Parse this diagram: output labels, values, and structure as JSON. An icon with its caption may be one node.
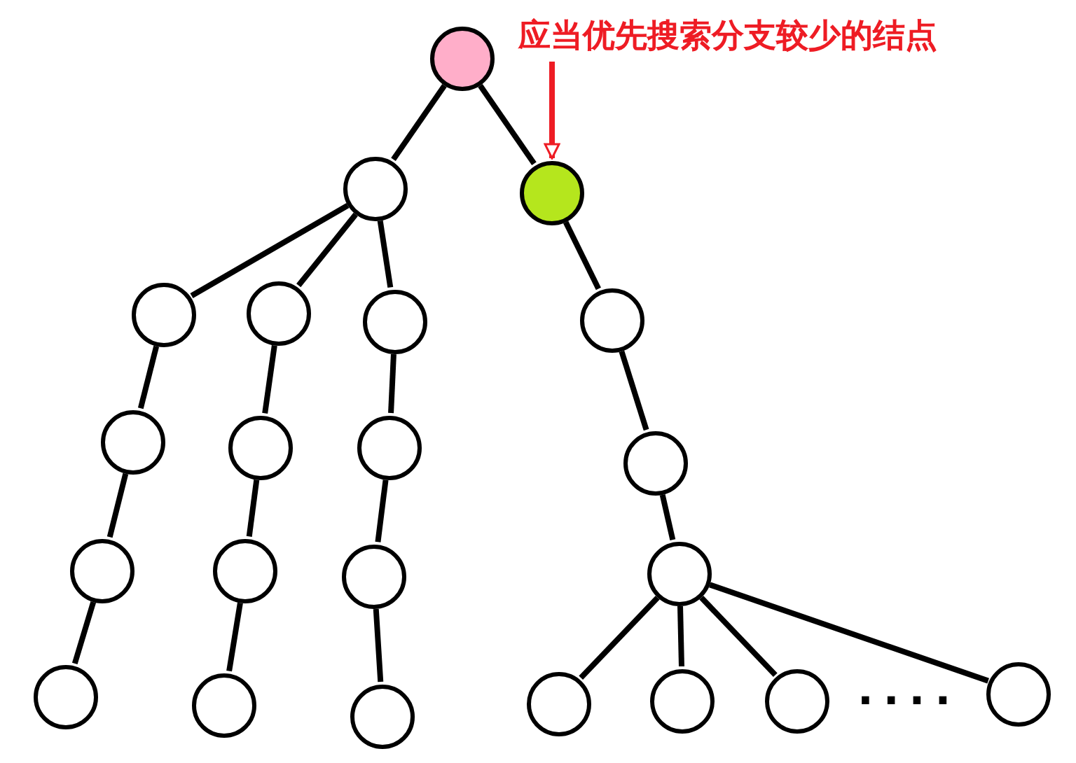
{
  "diagram": {
    "nodes": [
      {
        "text": [],
        "shape": "circle"
      },
      {
        "text": [],
        "shape": "circle"
      },
      {
        "text": [],
        "shape": "circle"
      },
      {
        "text": [],
        "shape": "circle"
      },
      {
        "text": [],
        "shape": "circle"
      },
      {
        "text": [],
        "shape": "circle"
      },
      {
        "text": [],
        "shape": "circle"
      },
      {
        "text": [],
        "shape": "circle"
      },
      {
        "text": [],
        "shape": "circle"
      },
      {
        "text": [],
        "shape": "circle"
      },
      {
        "text": [],
        "shape": "circle"
      },
      {
        "text": [],
        "shape": "circle"
      },
      {
        "text": [],
        "shape": "circle"
      },
      {
        "text": [],
        "shape": "circle"
      },
      {
        "text": [],
        "shape": "circle"
      },
      {
        "text": [],
        "shape": "circle"
      },
      {
        "text": [],
        "shape": "circle"
      },
      {
        "text": [],
        "shape": "circle"
      },
      {
        "text": [],
        "shape": "circle"
      },
      {
        "text": [],
        "shape": "circle"
      },
      {
        "text": [],
        "shape": "circle"
      },
      {
        "text": [],
        "shape": "circle"
      },
      {
        "text": [
          "应当优先搜索分支较少的结点"
        ]
      }
    ],
    "edges": [
      {
        "from": 0,
        "to": 1,
        "arrow": "none"
      },
      {
        "from": 0,
        "to": 2,
        "arrow": "none"
      },
      {
        "from": 1,
        "to": 3,
        "arrow": "none"
      },
      {
        "from": 1,
        "to": 4,
        "arrow": "none"
      },
      {
        "from": 1,
        "to": 5,
        "arrow": "none"
      },
      {
        "from": 3,
        "to": 6,
        "arrow": "none"
      },
      {
        "from": 6,
        "to": 9,
        "arrow": "none"
      },
      {
        "from": 9,
        "to": 12,
        "arrow": "none"
      },
      {
        "from": 4,
        "to": 7,
        "arrow": "none"
      },
      {
        "from": 7,
        "to": 10,
        "arrow": "none"
      },
      {
        "from": 10,
        "to": 13,
        "arrow": "none"
      },
      {
        "from": 5,
        "to": 8,
        "arrow": "none"
      },
      {
        "from": 8,
        "to": 11,
        "arrow": "none"
      },
      {
        "from": 11,
        "to": 14,
        "arrow": "none"
      },
      {
        "from": 2,
        "to": 15,
        "arrow": "none"
      },
      {
        "from": 15,
        "to": 16,
        "arrow": "none"
      },
      {
        "from": 16,
        "to": 17,
        "arrow": "none"
      },
      {
        "from": 17,
        "to": 18,
        "arrow": "none"
      },
      {
        "from": 17,
        "to": 19,
        "arrow": "none"
      },
      {
        "from": 17,
        "to": 20,
        "arrow": "none"
      },
      {
        "from": 17,
        "to": 21,
        "arrow": "none"
      },
      {
        "from": 22,
        "to": 2,
        "arrow": "to",
        "color": "#ee1c24"
      }
    ],
    "labels": [
      "...."
    ]
  }
}
